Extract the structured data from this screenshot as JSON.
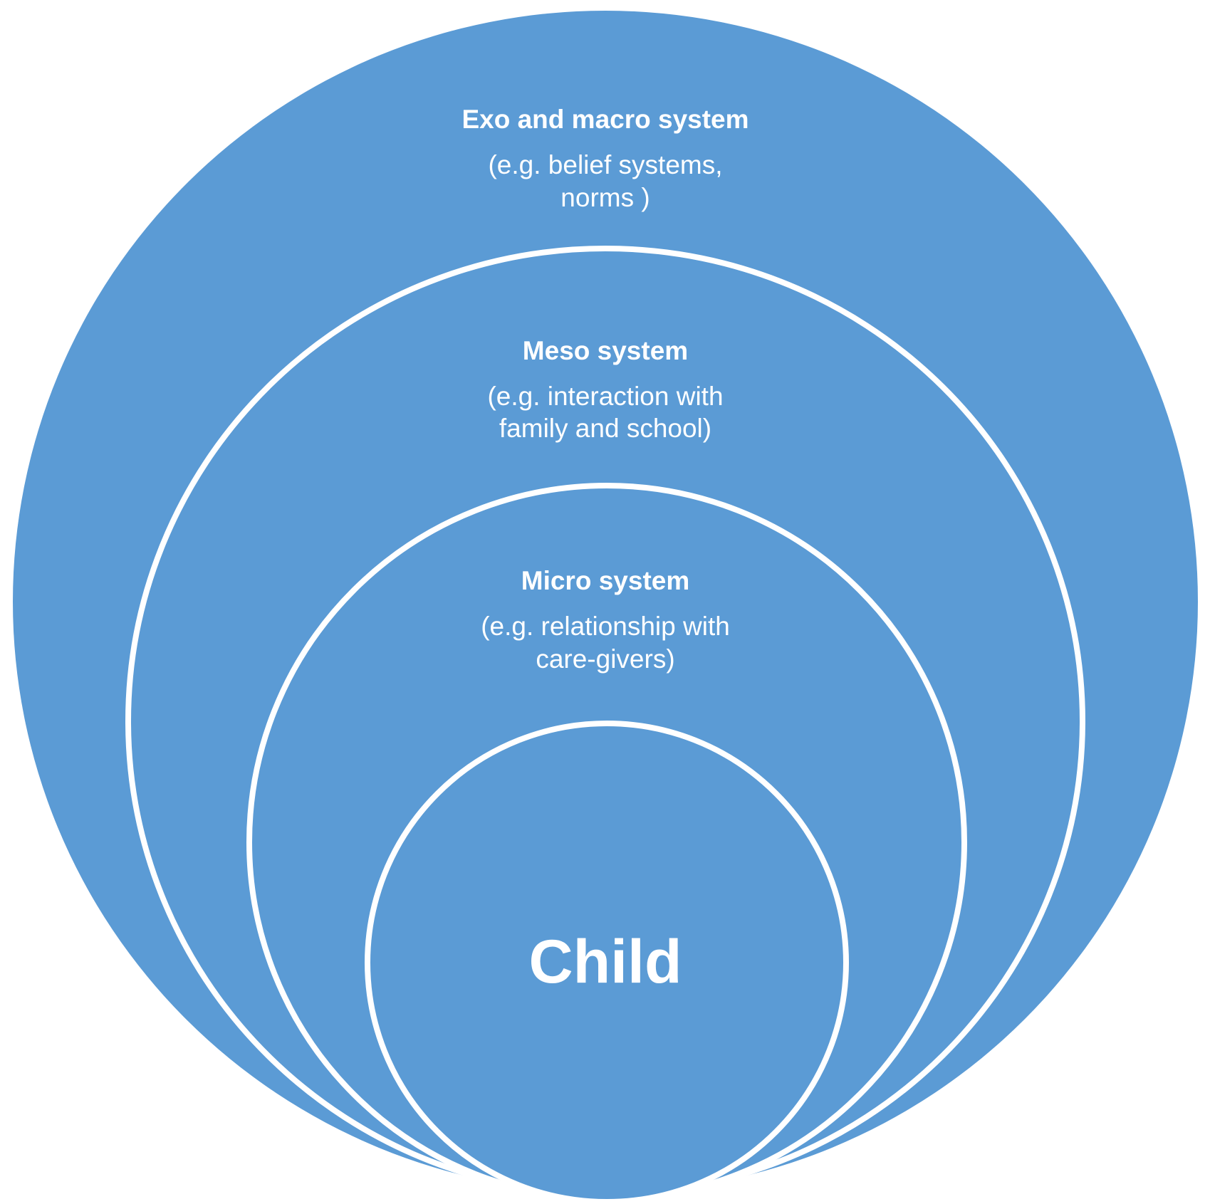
{
  "colors": {
    "fill": "#5B9BD5",
    "stroke": "#FFFFFF",
    "background": "#FFFFFF"
  },
  "layers": [
    {
      "id": "exo-macro",
      "title": "Exo and macro system",
      "description_lines": [
        "(e.g. belief systems,",
        "norms )"
      ]
    },
    {
      "id": "meso",
      "title": "Meso system",
      "description_lines": [
        "(e.g. interaction with",
        "family and school)"
      ]
    },
    {
      "id": "micro",
      "title": "Micro system",
      "description_lines": [
        "(e.g. relationship with",
        "care-givers)"
      ]
    },
    {
      "id": "child",
      "title": "Child",
      "description_lines": []
    }
  ]
}
